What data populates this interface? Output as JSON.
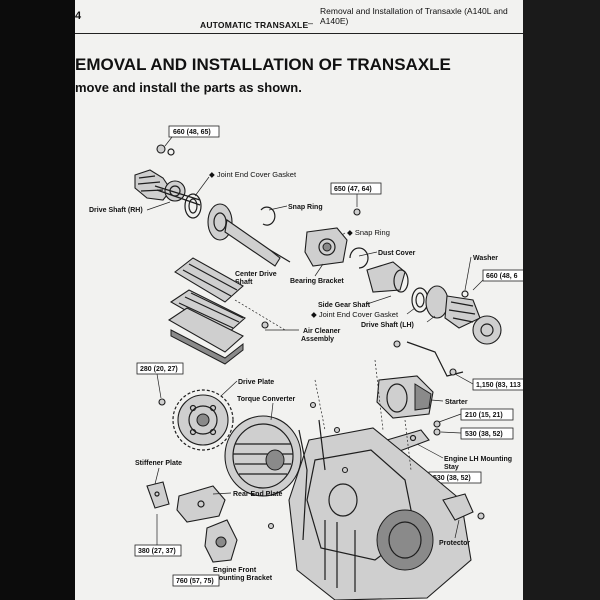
{
  "header": {
    "page_number": "4",
    "section": "AUTOMATIC TRANSAXLE",
    "separator": "–",
    "procedure_line1": "Removal and Installation of Transaxle (A140L and",
    "procedure_line2": "A140E)"
  },
  "title": "EMOVAL AND INSTALLATION OF TRANSAXLE",
  "subtitle": "move and install the parts as shown.",
  "labels": {
    "torque_660_top": "660 (48, 65)",
    "joint_end_cover_gasket_top": "◆ Joint End Cover Gasket",
    "drive_shaft_rh": "Drive Shaft (RH)",
    "torque_650": "650 (47, 64)",
    "snap_ring_1": "Snap Ring",
    "snap_ring_2": "◆ Snap Ring",
    "dust_cover": "Dust Cover",
    "washer": "Washer",
    "torque_660_right": "660 (48, 6",
    "center_drive_shaft_1": "Center Drive",
    "center_drive_shaft_2": "Shaft",
    "bearing_bracket": "Bearing Bracket",
    "side_gear_shaft": "Side Gear Shaft",
    "joint_end_cover_gasket_2": "◆ Joint End Cover Gasket",
    "drive_shaft_lh": "Drive Shaft (LH)",
    "air_cleaner_1": "Air Cleaner",
    "air_cleaner_2": "Assembly",
    "torque_280": "280 (20, 27)",
    "drive_plate": "Drive Plate",
    "torque_converter": "Torque Converter",
    "torque_1150": "1,150 (83, 113",
    "starter": "Starter",
    "torque_210": "210 (15, 21)",
    "torque_530_a": "530 (38, 52)",
    "stiffener_plate": "Stiffener Plate",
    "engine_lh_mounting_1": "Engine LH Mounting",
    "engine_lh_mounting_2": "Stay",
    "torque_530_b": "530 (38, 52)",
    "rear_end_plate": "Rear End Plate",
    "protector": "Protector",
    "torque_380": "380 (27, 37)",
    "engine_front_1": "Engine Front",
    "engine_front_2": "Mounting Bracket",
    "torque_bottom": "760 (57, 75)"
  }
}
